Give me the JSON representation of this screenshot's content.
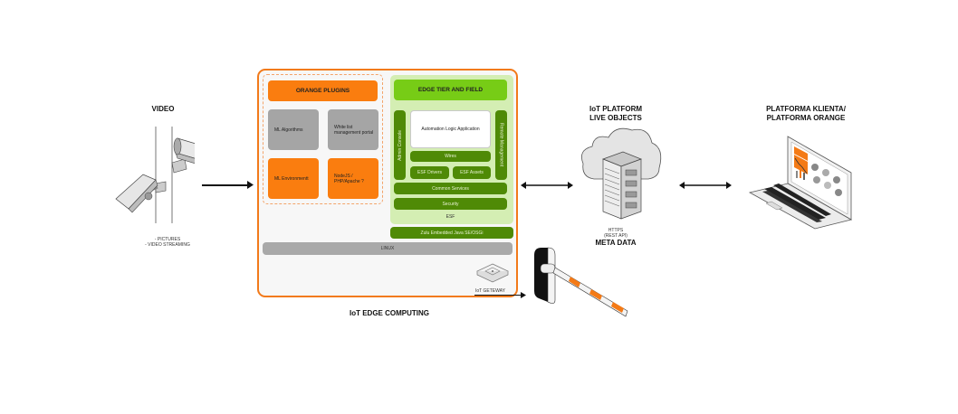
{
  "sections": {
    "video": {
      "title": "VIDEO",
      "bullets": [
        "- PICTURES",
        "- VIDEO STREAMING"
      ]
    },
    "edge": {
      "caption": "IoT EDGE COMPUTING",
      "plugins": {
        "header": "ORANGE PLUGINS",
        "items": [
          {
            "label": "ML Algorithms",
            "color": "grey"
          },
          {
            "label": "White list management portal",
            "color": "grey"
          },
          {
            "label": "ML Environmentt",
            "color": "orange"
          },
          {
            "label": "NodeJS / PHP/Apache ?",
            "color": "orange"
          }
        ]
      },
      "esf": {
        "header": "EDGE TIER AND FIELD",
        "admin_console": "Admin Console",
        "remote_management": "Remote Management",
        "automation": "Automation Logic Application",
        "wires": "Wires",
        "drivers": "ESF Drivers",
        "assets": "ESF Assets",
        "common_services": "Common Services",
        "security": "Security",
        "esf_label": "ESF",
        "zulu": "Zulu Embedded Java SE/OSGi"
      },
      "linux": "LINUX",
      "gateway": "IoT GETEWAY"
    },
    "platform": {
      "title_line1": "IoT PLATFORM",
      "title_line2": "LIVE OBJECTS",
      "protocol_line1": "HTTPS",
      "protocol_line2": "(REST API)",
      "meta": "META DATA"
    },
    "client": {
      "title_line1": "PLATFORMA KLIENTA/",
      "title_line2": "PLATFORMA ORANGE"
    }
  },
  "colors": {
    "orange": "#fa7d0f",
    "frame_orange": "#f27a1a",
    "dark_green": "#4f8a06",
    "light_green": "#77cc16",
    "pale_green": "#d4eeb3",
    "grey": "#a5a5a5"
  }
}
